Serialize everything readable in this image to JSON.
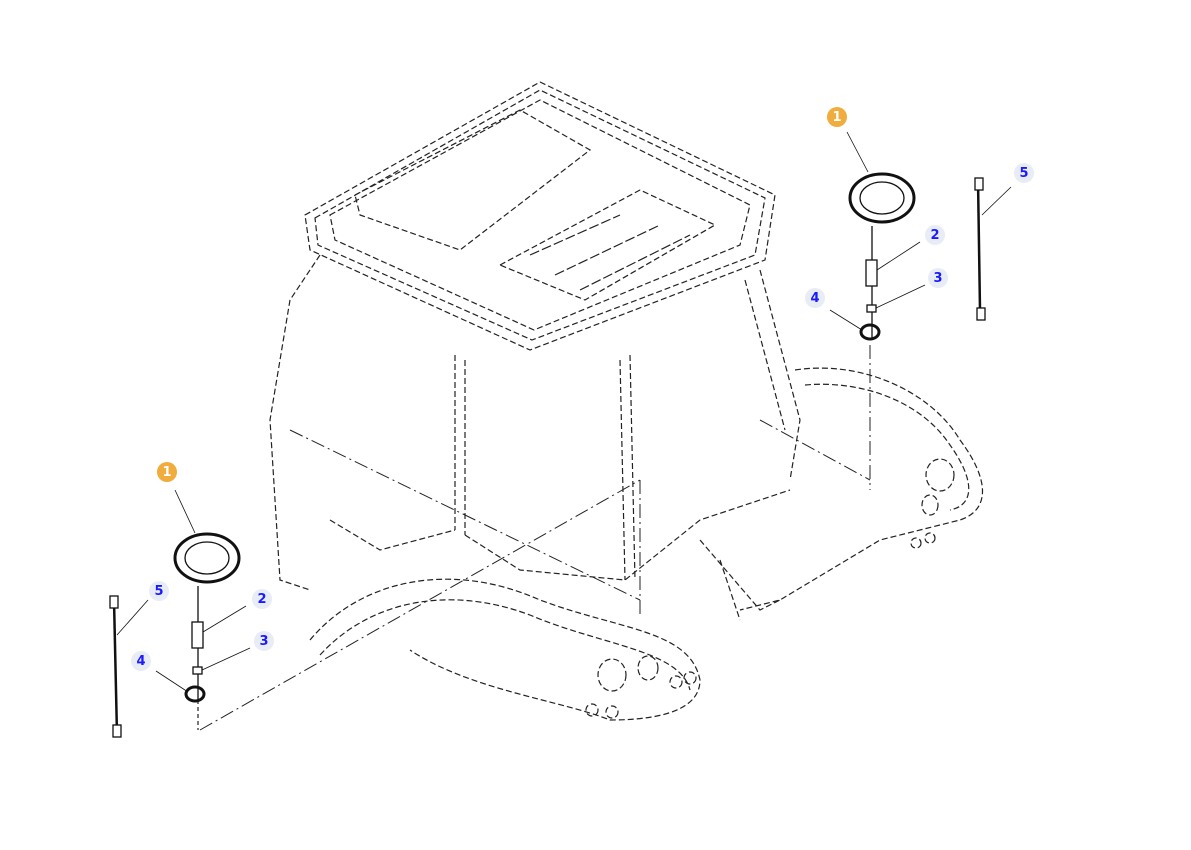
{
  "callouts": {
    "right": {
      "c1": "1",
      "c2": "2",
      "c3": "3",
      "c4": "4",
      "c5": "5"
    },
    "left": {
      "c1": "1",
      "c2": "2",
      "c3": "3",
      "c4": "4",
      "c5": "5"
    }
  },
  "colors": {
    "main_callout": "#f0ac3c",
    "sub_callout_bg": "#e8ecf4",
    "sub_callout_text": "#1a1aff"
  }
}
